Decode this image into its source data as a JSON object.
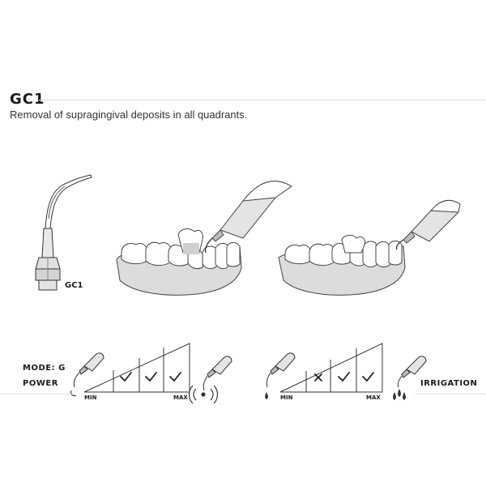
{
  "header": {
    "title": "GC1",
    "subtitle": "Removal of supragingival deposits in all quadrants."
  },
  "tip_label": "GC1",
  "settings": {
    "mode_label": "MODE: G",
    "power": {
      "label": "POWER",
      "min_label": "MIN",
      "max_label": "MAX",
      "levels": [
        "check",
        "check",
        "check"
      ]
    },
    "irrigation": {
      "label": "IRRIGATION",
      "min_label": "MIN",
      "max_label": "MAX",
      "levels": [
        "cross",
        "check",
        "check"
      ]
    }
  },
  "icons": [
    "scaler-tip-icon",
    "handpiece-icon",
    "jaw-illustration-icon",
    "vibration-icon",
    "water-drop-icon"
  ],
  "colors": {
    "line": "#333333",
    "tooth_fill": "#ffffff",
    "gum_fill": "#dcdcdc",
    "tip_fill": "#e4e4e4"
  }
}
